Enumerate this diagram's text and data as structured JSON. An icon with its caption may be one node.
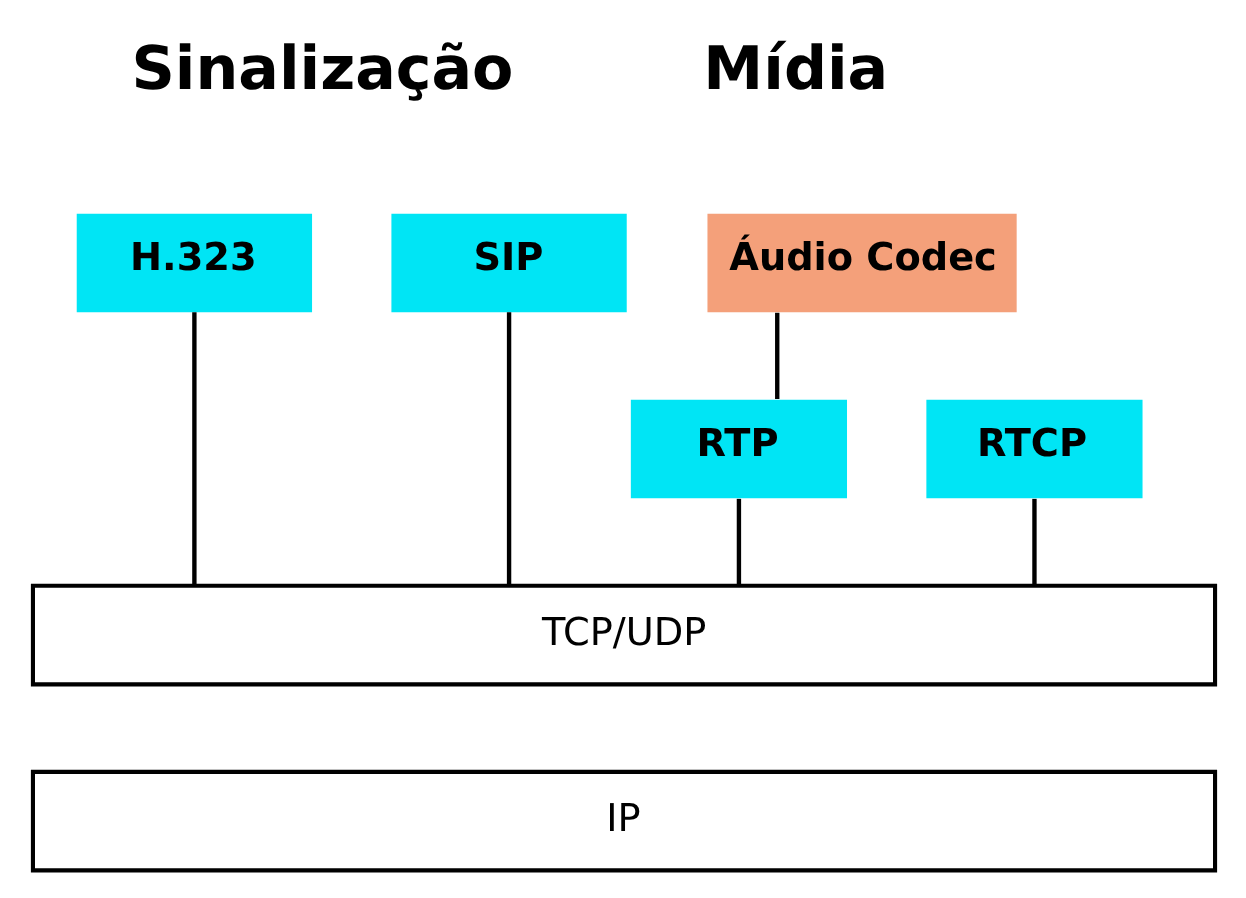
{
  "diagram": {
    "nodes": [
      {
        "text": [
          "H.323"
        ]
      },
      {
        "text": [
          "SIP"
        ]
      },
      {
        "text": [
          "Áudio Codec"
        ]
      },
      {
        "text": [
          "RTP"
        ]
      },
      {
        "text": [
          "RTCP"
        ]
      },
      {
        "text": [
          "TCP/UDP"
        ]
      },
      {
        "text": [
          "IP"
        ]
      }
    ],
    "edges": [
      {
        "from": 0,
        "to": 5,
        "arrow": "none"
      },
      {
        "from": 1,
        "to": 5,
        "arrow": "none"
      },
      {
        "from": 2,
        "to": 3,
        "arrow": "none"
      },
      {
        "from": 3,
        "to": 5,
        "arrow": "none"
      },
      {
        "from": 4,
        "to": 5,
        "arrow": "none"
      }
    ],
    "labels": [
      "Sinalização",
      "Mídia"
    ]
  }
}
